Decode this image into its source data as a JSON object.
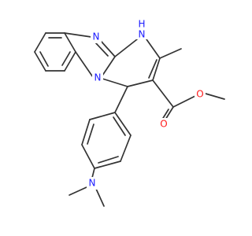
{
  "molecule": {
    "atom_labels": {
      "n_imidazole": "N",
      "nh_ring": "N",
      "nh_h": "H",
      "n_bridge": "N",
      "o_carbonyl": "O",
      "o_ester": "O",
      "n_amine": "N"
    },
    "colors": {
      "bond": "#333333",
      "nitrogen": "#1a1aff",
      "oxygen": "#ff1a1a",
      "background": "#ffffff"
    }
  }
}
